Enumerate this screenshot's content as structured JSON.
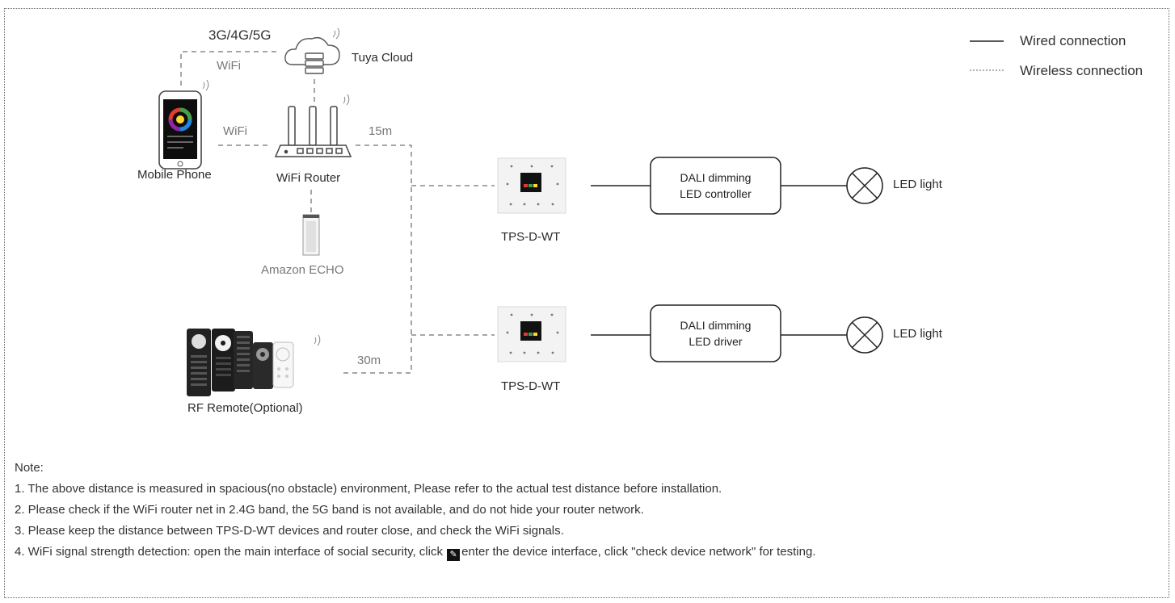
{
  "labels": {
    "cellular": "3G/4G/5G",
    "wifi_top": "WiFi",
    "cloud": "Tuya Cloud",
    "wifi_mid": "WiFi",
    "distance_router": "15m",
    "mobile_phone": "Mobile Phone",
    "router": "WiFi Router",
    "echo": "Amazon ECHO",
    "panel_1": "TPS-D-WT",
    "panel_2": "TPS-D-WT",
    "remote": "RF Remote(Optional)",
    "distance_remote": "30m",
    "controller_line1": "DALI dimming",
    "controller_line2": "LED controller",
    "driver_line1": "DALI dimming",
    "driver_line2": "LED driver",
    "led_1": "LED light",
    "led_2": "LED light"
  },
  "legend": {
    "wired": "Wired connection",
    "wireless": "Wireless connection"
  },
  "notes": {
    "title": "Note:",
    "line1": "1. The above distance is measured in spacious(no obstacle) environment, Please refer to the actual test distance before installation.",
    "line2": "2. Please check if the WiFi router net in 2.4G band, the 5G band is not available, and do not hide your router network.",
    "line3": "3. Please keep the distance between TPS-D-WT devices and router close, and check the WiFi signals.",
    "line4_a": "4. WiFi signal strength detection: open the main interface of social security, click",
    "line4_b": "enter the device interface, click \"check device network\" for testing."
  },
  "icons": {
    "edit": "edit-icon"
  },
  "colors": {
    "line": "#222222",
    "dashed": "#888888",
    "wheel_red": "#e53935",
    "wheel_green": "#43a047",
    "wheel_blue": "#1e88e5",
    "wheel_yellow": "#fdd835",
    "wheel_purple": "#8e24aa"
  }
}
